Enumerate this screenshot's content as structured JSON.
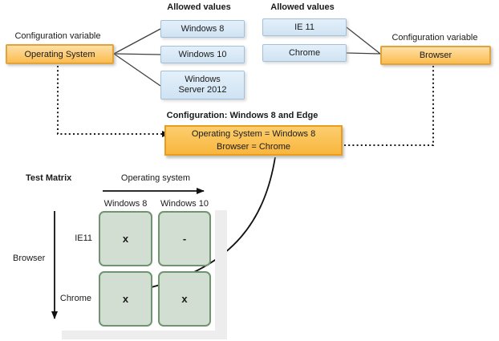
{
  "left_variable": {
    "label": "Configuration variable",
    "name": "Operating System",
    "allowed_header": "Allowed values",
    "values": [
      "Windows 8",
      "Windows 10",
      "Windows Server 2012"
    ]
  },
  "right_variable": {
    "label": "Configuration variable",
    "name": "Browser",
    "allowed_header": "Allowed values",
    "values": [
      "IE 11",
      "Chrome"
    ]
  },
  "configuration": {
    "title": "Configuration: Windows 8 and Edge",
    "lines": [
      "Operating System = Windows 8",
      "Browser = Chrome"
    ]
  },
  "matrix": {
    "title": "Test Matrix",
    "x_axis_label": "Operating system",
    "y_axis_label": "Browser",
    "columns": [
      "Windows 8",
      "Windows 10"
    ],
    "rows": [
      "IE11",
      "Chrome"
    ],
    "cells": [
      [
        "x",
        "-"
      ],
      [
        "x",
        "x"
      ]
    ]
  },
  "colors": {
    "variable_box_fill_top": "#FDE0A7",
    "variable_box_fill_bottom": "#FBBC4F",
    "variable_box_border": "#E2A23C",
    "config_box_fill_top": "#FCCE6E",
    "config_box_fill_bottom": "#F8B63E",
    "config_box_border": "#E99C1D",
    "value_box_fill_top": "#E4F0FA",
    "value_box_fill_bottom": "#CFE3F3",
    "value_box_border": "#A3C0DB",
    "cell_fill": "#D3DED3",
    "cell_border": "#6F946F",
    "shadow_gray": "#EDEDED",
    "line_color": "#404040"
  }
}
